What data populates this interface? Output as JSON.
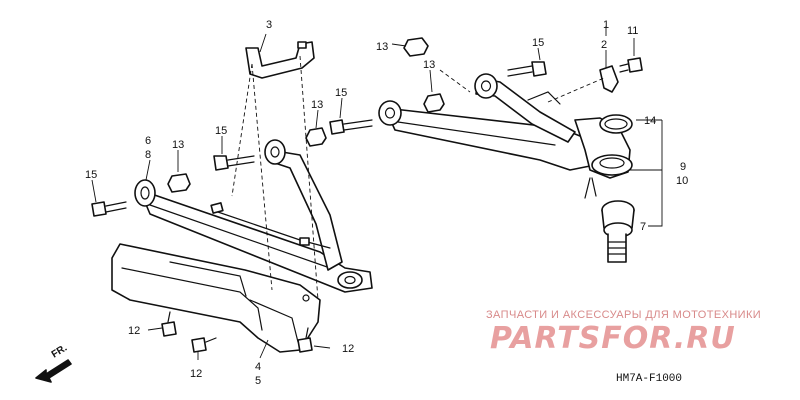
{
  "diagram": {
    "callouts": {
      "c3": "3",
      "c1": "1",
      "c2": "2",
      "c11": "11",
      "c13_top": "13",
      "c15_top": "15",
      "c13_mid": "13",
      "c13_upper": "13",
      "c15_mid": "15",
      "c15_left": "15",
      "c13_left": "13",
      "c6": "6",
      "c8": "8",
      "c15_far_left": "15",
      "c14": "14",
      "c9": "9",
      "c10": "10",
      "c7": "7",
      "c12_left": "12",
      "c12_bottom": "12",
      "c12_right": "12",
      "c4": "4",
      "c5": "5"
    },
    "direction_label": "FR.",
    "diagram_code": "HM7A-F1000"
  },
  "watermark": {
    "tagline": "ЗАПЧАСТИ И АКСЕССУАРЫ ДЛЯ МОТОТЕХНИКИ",
    "logo": "PARTSFOR.RU"
  }
}
